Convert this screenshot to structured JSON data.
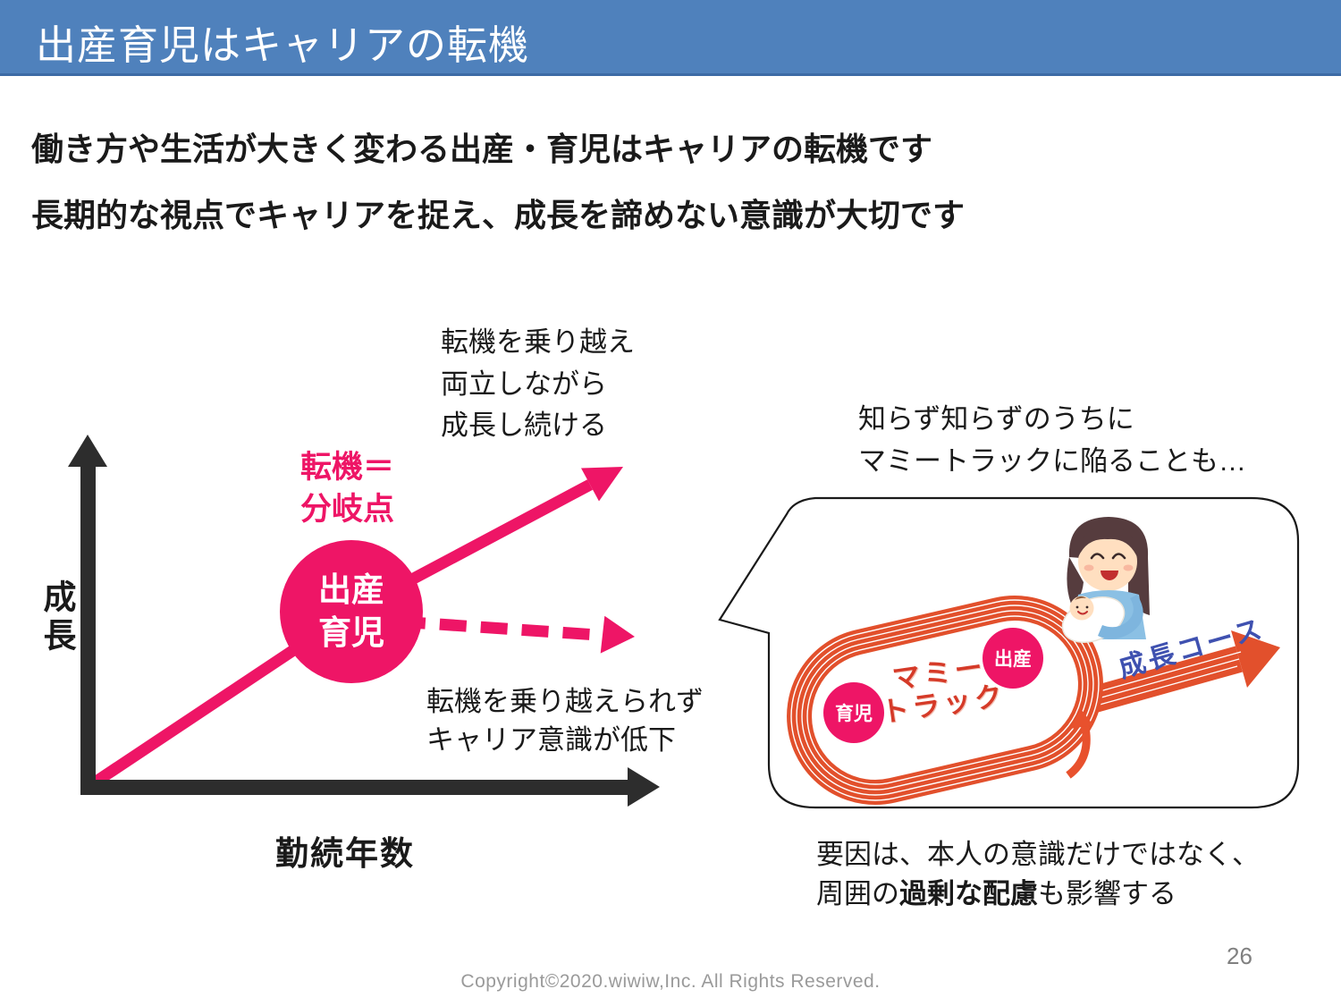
{
  "header": {
    "title": "出産育児はキャリアの転機",
    "bg_color": "#4f81bc"
  },
  "intro": {
    "line1": "働き方や生活が大きく変わる出産・育児はキャリアの転機です",
    "line2": "長期的な視点でキャリアを捉え、成長を諦めない意識が大切です"
  },
  "career_diagram": {
    "y_axis_label": "成長",
    "x_axis_label": "勤続年数",
    "branch_label": "転機＝\n分岐点",
    "node_label": "出産\n育児",
    "overcome_label": "転機を乗り越え\n両立しながら\n成長し続ける",
    "decline_label": "転機を乗り越えられず\nキャリア意識が低下",
    "accent_pink": "#ee1566",
    "axis_color": "#2d2d2d"
  },
  "mommy_track": {
    "caption": "知らず知らずのうちに\nマミートラックに陥ることも…",
    "track_label": "マミー\nトラック",
    "birth_label": "出産",
    "childcare_label": "育児",
    "growth_course_label": "成長コース",
    "track_color": "#e2502c",
    "label_red": "#d53a28",
    "course_blue": "#3f51b0"
  },
  "factor": {
    "line1": "要因は、本人の意識だけではなく、",
    "line2_pre": "周囲の",
    "line2_bold": "過剰な配慮",
    "line2_post": "も影響する"
  },
  "footer": {
    "page_number": "26",
    "copyright": "Copyright©2020.wiwiw,Inc. All Rights Reserved."
  }
}
